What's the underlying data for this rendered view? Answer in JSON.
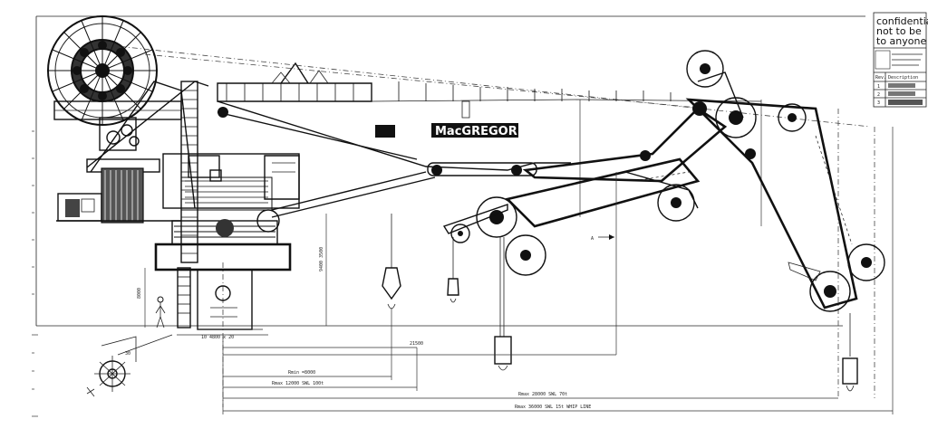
{
  "drawing": {
    "brand_label": "MacGREGOR",
    "stamp_lines": [
      "confidential",
      "not to be",
      "to anyone"
    ],
    "revision_header": [
      "Rev.",
      "Description"
    ],
    "revision_rows": [
      "1",
      "2",
      "3"
    ],
    "dimension_labels": {
      "width_dim": "10 4800 x 20",
      "height_left": "8000",
      "height_mid": "9400 3500",
      "hook_height": "21500",
      "reach_1": "Rmin =8000",
      "reach_2": "Rmax 12000 SWL 100t",
      "reach_3": "Rmax 28000 SWL 70t",
      "reach_4": "Rmax 36000 SWL 15t WHIP LINE",
      "section_arrow": "A"
    },
    "slew_symbol_label": "30"
  }
}
